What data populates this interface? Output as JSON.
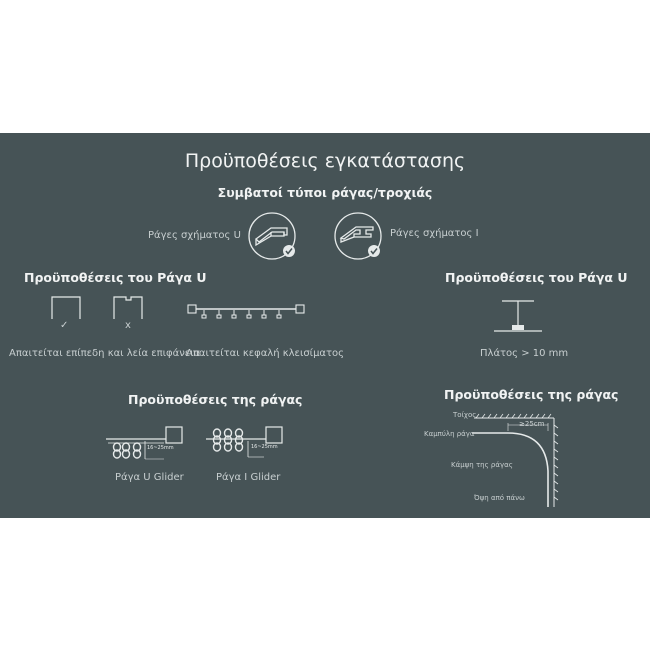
{
  "title": "Προϋποθέσεις εγκατάστασης",
  "subtitle": "Συμβατοί τύποι ράγας/τροχιάς",
  "compatible": {
    "u_rail_label": "Ράγες σχήματος U",
    "i_rail_label": "Ράγες σχήματος I"
  },
  "u_requirements": {
    "heading": "Προϋποθέσεις του Ράγα U",
    "ok_mark": "✓",
    "bad_mark": "x",
    "surface_caption": "Απαιτείται επίπεδη και λεία επιφάνεια",
    "endcap_caption": "Απαιτείται κεφαλή κλεισίματος"
  },
  "i_requirements": {
    "heading": "Προϋποθέσεις του Ράγα U",
    "width_caption": "Πλάτος > 10 mm"
  },
  "rail_requirements_left": {
    "heading": "Προϋποθέσεις της ράγας",
    "glider_u_label": "Ράγα U Glider",
    "glider_i_label": "Ράγα I Glider",
    "gap_label": "16~25mm"
  },
  "rail_requirements_right": {
    "heading": "Προϋποθέσεις της ράγας",
    "wall_label": "Τοίχος",
    "curved_rail_label": "Καμπύλη ράγα",
    "radius_label": "≥25cm",
    "bend_label": "Κάμψη της ράγας",
    "top_view_label": "Όψη από πάνω"
  },
  "colors": {
    "panel_background": "#465356",
    "line": "#e6eaea"
  }
}
